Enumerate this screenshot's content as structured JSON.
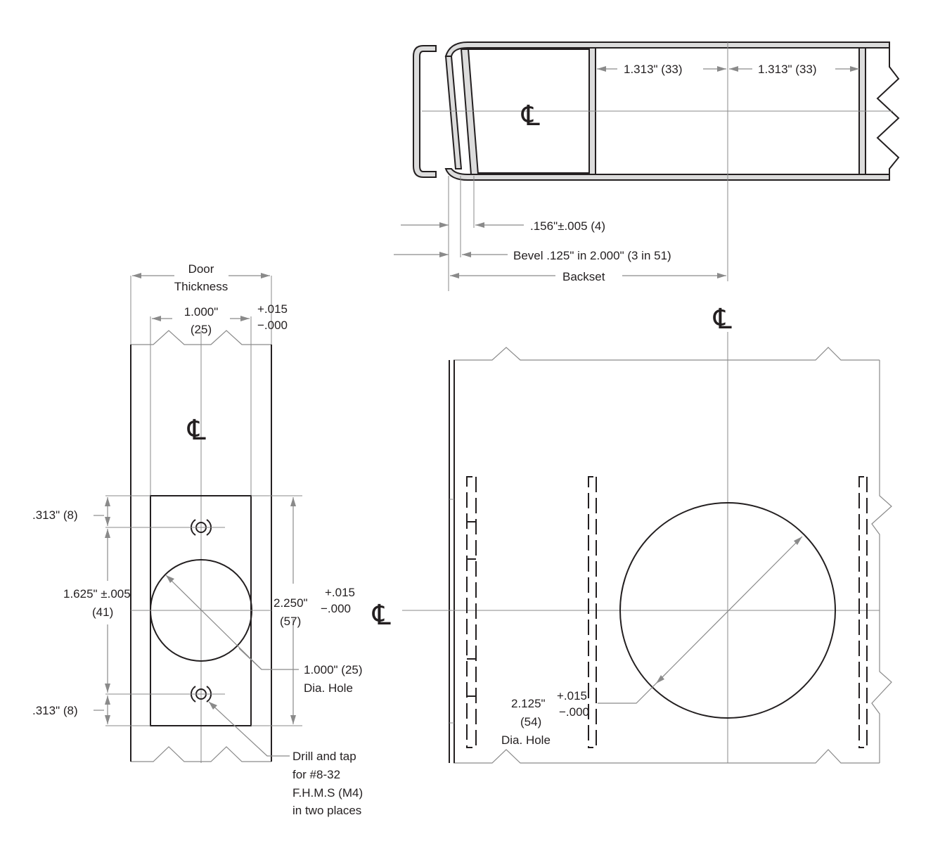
{
  "top_view": {
    "backset_half_1": "1.313\" (33)",
    "backset_half_2": "1.313\" (33)",
    "edge_clearance": ".156\"±.005 (4)",
    "bevel": "Bevel .125\" in 2.000\" (3 in 51)",
    "backset": "Backset",
    "centerline_symbol": "℄"
  },
  "edge_view": {
    "door_thickness_line1": "Door",
    "door_thickness_line2": "Thickness",
    "width_value": "1.000\"",
    "width_metric": "(25)",
    "width_tol_plus": "+.015",
    "width_tol_minus": "−.000",
    "top_screw_offset": ".313\" (8)",
    "screw_spacing_value": "1.625\" ±.005",
    "screw_spacing_metric": "(41)",
    "bottom_screw_offset": ".313\" (8)",
    "height_value": "2.250\"",
    "height_metric": "(57)",
    "height_tol_plus": "+.015",
    "height_tol_minus": "−.000",
    "hole_dia_line1": "1.000\" (25)",
    "hole_dia_line2": "Dia. Hole",
    "drill_line1": "Drill and tap",
    "drill_line2": "for #8-32",
    "drill_line3": "F.H.M.S (M4)",
    "drill_line4": "in two places",
    "centerline_symbol": "℄"
  },
  "face_view": {
    "bore_value": "2.125\"",
    "bore_tol_plus": "+.015",
    "bore_tol_minus": "−.000",
    "bore_metric": "(54)",
    "bore_label": "Dia. Hole",
    "centerline_symbol_top": "℄",
    "centerline_symbol_left": "℄"
  }
}
